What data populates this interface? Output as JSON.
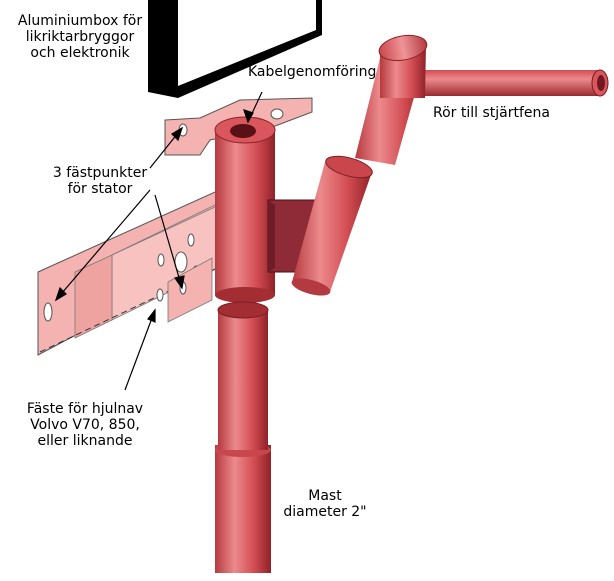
{
  "labels": {
    "box": "Aluminiumbox för\nlikriktarbryggor\noch elektronik",
    "cable": "Kabelgenomföring",
    "tailpipe": "Rör till stjärtfena",
    "stator": "3 fästpunkter\nför stator",
    "hub_line1": "Fäste för hjulnav",
    "hub_line2": "Volvo V70, 850,",
    "hub_line3": "eller liknande",
    "mast": "Mast\ndiameter 2\""
  },
  "colors": {
    "pipe": "#d7535a",
    "pipe_dark": "#9a2626",
    "pipe_light": "#ec9a9a",
    "plate": "#f4b3b0",
    "plate_dark": "#e28d8a",
    "bracket": "#8f2b36",
    "box": "#000000"
  }
}
